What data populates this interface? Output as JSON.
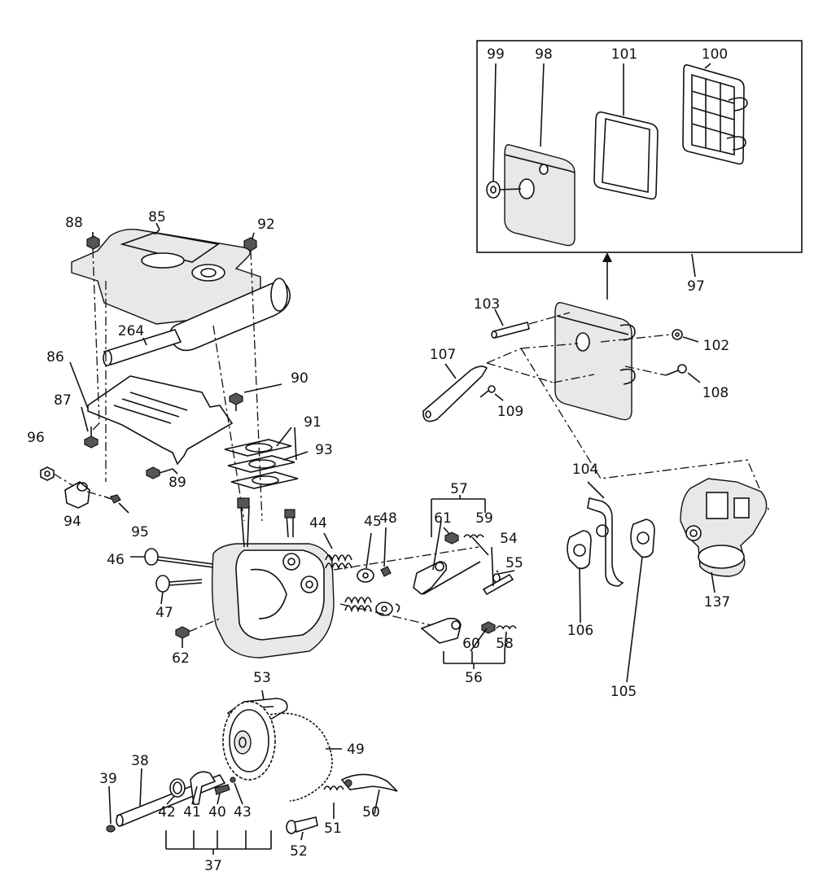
{
  "diagram": {
    "callouts": {
      "c99": "99",
      "c98": "98",
      "c101": "101",
      "c100": "100",
      "c97": "97",
      "c88": "88",
      "c85": "85",
      "c92": "92",
      "c264": "264",
      "c86": "86",
      "c87": "87",
      "c90": "90",
      "c91": "91",
      "c93": "93",
      "c96": "96",
      "c89": "89",
      "c94": "94",
      "c95": "95",
      "c103": "103",
      "c107": "107",
      "c102": "102",
      "c108": "108",
      "c109": "109",
      "c57": "57",
      "c44": "44",
      "c45": "45",
      "c48": "48",
      "c61": "61",
      "c59": "59",
      "c54": "54",
      "c55": "55",
      "c46": "46",
      "c47": "47",
      "c62": "62",
      "c60": "60",
      "c58": "58",
      "c56": "56",
      "c104": "104",
      "c106": "106",
      "c105": "105",
      "c137": "137",
      "c53": "53",
      "c49": "49",
      "c38": "38",
      "c39": "39",
      "c42": "42",
      "c41": "41",
      "c40": "40",
      "c43": "43",
      "c37": "37",
      "c52": "52",
      "c51": "51",
      "c50": "50"
    }
  }
}
